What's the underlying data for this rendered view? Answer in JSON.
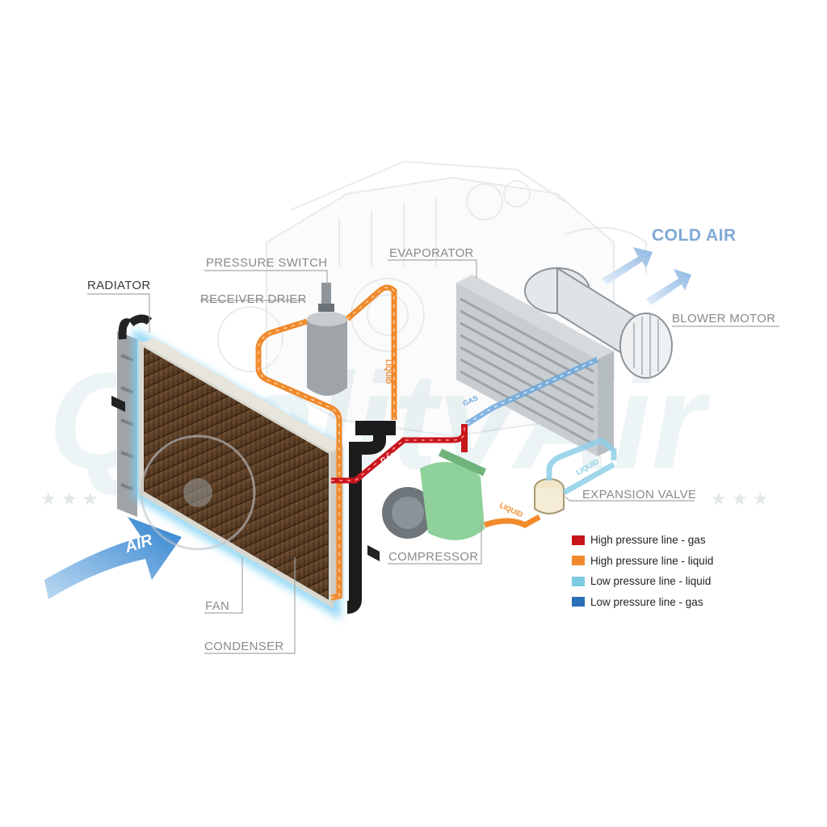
{
  "labels": {
    "radiator": "RADIATOR",
    "pressure_switch": "PRESSURE SWITCH",
    "receiver_drier": "RECEIVER DRIER",
    "evaporator": "EVAPORATOR",
    "blower_motor": "BLOWER MOTOR",
    "expansion_valve": "EXPANSION VALVE",
    "compressor": "COMPRESSOR",
    "fan": "FAN",
    "condenser": "CONDENSER"
  },
  "air_in_label": "AIR",
  "cold_air_label": "COLD AIR",
  "line_labels": {
    "liquid": "LIQUID",
    "gas": "GAS"
  },
  "watermark": "QualityAir",
  "legend": [
    {
      "label": "High pressure line - gas",
      "color": "#c8161d"
    },
    {
      "label": "High pressure line - liquid",
      "color": "#f08a2c"
    },
    {
      "label": "Low pressure line - liquid",
      "color": "#7ccbe0"
    },
    {
      "label": "Low pressure line -  gas",
      "color": "#2b6fb6"
    }
  ],
  "colors": {
    "high_gas": "#c8161d",
    "high_liquid": "#f08a2c",
    "low_liquid": "#8fcfe6",
    "low_gas": "#6fa8dc",
    "air_arrow": "#3d8fd6",
    "cold_air": "#7fa9d6",
    "compressor": "#8fd19a",
    "condenser_fins": "#6b4a2e"
  }
}
